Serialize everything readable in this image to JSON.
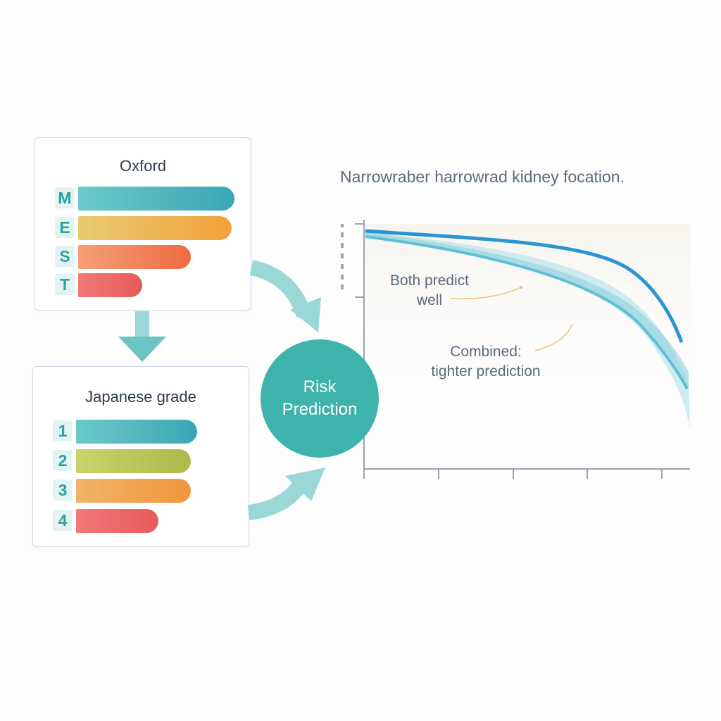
{
  "oxford": {
    "title": "Oxford",
    "rows": [
      {
        "letter": "M",
        "fill": 1.0,
        "color_start": "#6cc9c9",
        "color_end": "#3aa6b6"
      },
      {
        "letter": "E",
        "fill": 1.0,
        "color_start": "#e8cb72",
        "color_end": "#f3a13a"
      },
      {
        "letter": "S",
        "fill": 0.72,
        "color_start": "#f4a075",
        "color_end": "#ef6a43"
      },
      {
        "letter": "T",
        "fill": 0.41,
        "color_start": "#f07a78",
        "color_end": "#e85a5a"
      }
    ]
  },
  "japanese": {
    "title": "Japanese grade",
    "rows": [
      {
        "letter": "1",
        "fill": 1.0,
        "color_start": "#6cc9c9",
        "color_end": "#3aa6b6"
      },
      {
        "letter": "2",
        "fill": 0.95,
        "color_start": "#c9d46a",
        "color_end": "#adb94a"
      },
      {
        "letter": "3",
        "fill": 0.95,
        "color_start": "#f2b36a",
        "color_end": "#f0963a"
      },
      {
        "letter": "4",
        "fill": 0.68,
        "color_start": "#f07a78",
        "color_end": "#e85a5a"
      }
    ]
  },
  "risk": {
    "line1": "Risk",
    "line2": "Prediction",
    "color": "#3db3ab"
  },
  "chart": {
    "title": "Narrowraber harrowrad kidney focation.",
    "annotation_both_line1": "Both predict",
    "annotation_both_line2": "well",
    "annotation_combined_line1": "Combined:",
    "annotation_combined_line2": "tighter prediction",
    "line_color": "#2b95d4",
    "band_color": "#8fd0dc"
  },
  "colors": {
    "arrow": "#9ad8d8",
    "arrow_down": "#6cc5c2",
    "panel_border": "#cfd8e3"
  }
}
